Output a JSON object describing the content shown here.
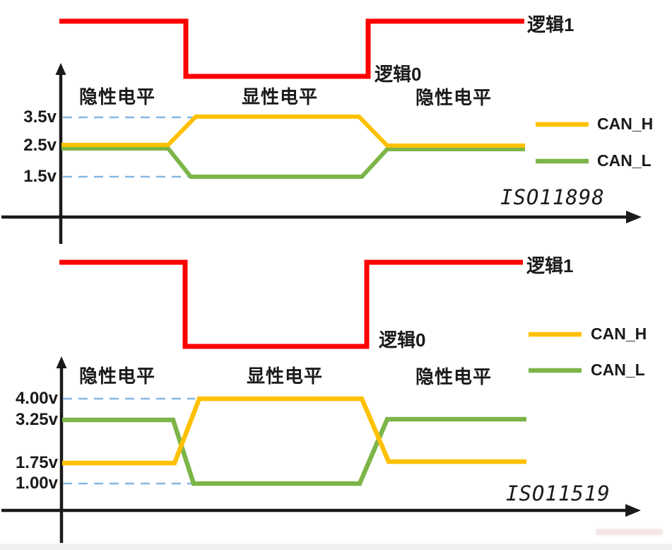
{
  "colors": {
    "logic_line": "#FF0000",
    "can_h": "#FFC000",
    "can_l": "#7CB548",
    "guide_dash": "#85B7E2",
    "axis": "#1A1A1A"
  },
  "iso11898": {
    "standard_label": "ISO11898",
    "logic1_label": "逻辑1",
    "logic0_label": "逻辑0",
    "regions": [
      "隐性电平",
      "显性电平",
      "隐性电平"
    ],
    "voltage_labels": [
      "3.5v",
      "2.5v",
      "1.5v"
    ],
    "legend": [
      {
        "name": "CAN_H"
      },
      {
        "name": "CAN_L"
      }
    ],
    "levels": {
      "recessive_can_h_v": 2.5,
      "recessive_can_l_v": 2.5,
      "dominant_can_h_v": 3.5,
      "dominant_can_l_v": 1.5
    }
  },
  "iso11519": {
    "standard_label": "ISO11519",
    "logic1_label": "逻辑1",
    "logic0_label": "逻辑0",
    "regions": [
      "隐性电平",
      "显性电平",
      "隐性电平"
    ],
    "voltage_labels": [
      "4.00v",
      "3.25v",
      "1.75v",
      "1.00v"
    ],
    "legend": [
      {
        "name": "CAN_H"
      },
      {
        "name": "CAN_L"
      }
    ],
    "levels": {
      "recessive_can_h_v": 1.75,
      "recessive_can_l_v": 3.25,
      "dominant_can_h_v": 4.0,
      "dominant_can_l_v": 1.0
    }
  }
}
